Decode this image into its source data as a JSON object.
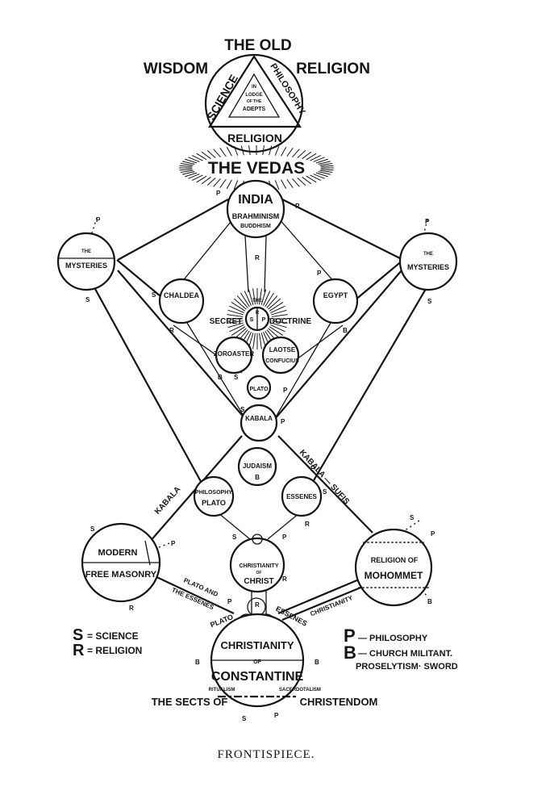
{
  "header": {
    "the_old": "THE OLD",
    "wisdom": "WISDOM",
    "religion": "RELIGION"
  },
  "top_circle": {
    "science": "SCIENCE",
    "philosophy": "PHILOSOPHY",
    "religion": "RELIGION",
    "center_line1": "IN",
    "center_line2": "LODGE",
    "center_line3": "OF THE",
    "center_line4": "ADEPTS"
  },
  "vedas": "THE VEDAS",
  "india": {
    "title": "INDIA",
    "line1": "BRAHMINISM",
    "line2": "BUDDHISM"
  },
  "mysteries_left": {
    "line1": "THE",
    "line2": "MYSTERIES"
  },
  "mysteries_right": {
    "line1": "THE",
    "line2": "MYSTERIES"
  },
  "chaldea": "CHALDEA",
  "egypt": "EGYPT",
  "secret_doctrine": {
    "the": "THE",
    "secret": "SECRET",
    "doctrine": "DOCTRINE",
    "s": "S",
    "p": "P",
    "r": "R"
  },
  "zoroaster": "ZOROASTER",
  "laotse": {
    "line1": "LAOTSE",
    "line2": "CONFUCIUS"
  },
  "plato": "PLATO",
  "kabala_center": "KABALA",
  "judaism": {
    "title": "JUDAISM",
    "letter": "B"
  },
  "philosophy_plato": {
    "line1": "PHILOSOPHY",
    "line2": "PLATO"
  },
  "essenes": "ESSENES",
  "kabala_left": "KABALA",
  "kabala_sufis": "KABALA — SUFIS",
  "freemasonry": {
    "line1": "MODERN",
    "line2": "FREE MASONRY"
  },
  "christ": {
    "line1": "CHRISTIANITY",
    "line2": "OF",
    "line3": "CHRIST"
  },
  "mohammet": {
    "line1": "RELIGION OF",
    "line2": "MOHOMMET"
  },
  "plato_essenes": {
    "line1": "PLATO AND",
    "line2": "THE ESSENES"
  },
  "plato_small": "PLATO",
  "essenes_small": "ESSENES",
  "christianity_diag": "CHRISTIANITY",
  "constantine": {
    "line1": "CHRISTIANITY",
    "line2": "OF",
    "line3": "CONSTANTINE",
    "ritualism": "RITUALISM",
    "sacerdotalism": "SACERDOTALISM"
  },
  "sects": {
    "left": "THE SECTS OF",
    "right": "CHRISTENDOM"
  },
  "legend": {
    "s_key": "S",
    "s_text": "= SCIENCE",
    "r_key": "R",
    "r_text": "= RELIGION",
    "p_key": "P",
    "p_text": "— PHILOSOPHY",
    "b_key": "B",
    "b_text": "— CHURCH MILITANT.",
    "b_text2": "PROSELYTISM· SWORD"
  },
  "letters": {
    "s": "S",
    "r": "R",
    "p": "P",
    "b": "B"
  },
  "caption": "FRONTISPIECE."
}
